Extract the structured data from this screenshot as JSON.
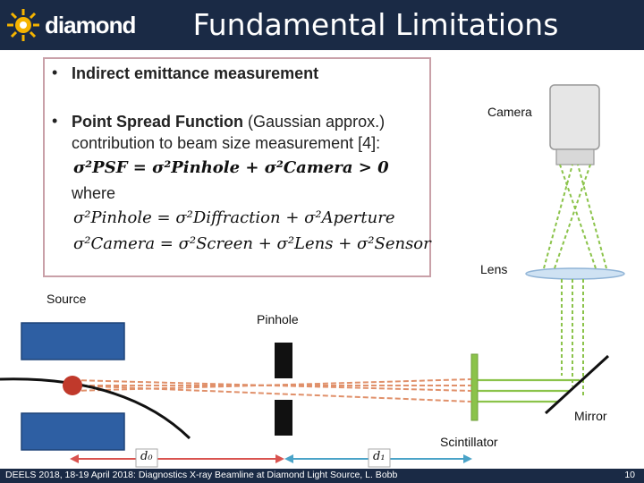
{
  "header": {
    "logo_text": "diamond",
    "title": "Fundamental Limitations"
  },
  "content": {
    "bullet1": "Indirect emittance measurement",
    "bullet2_bold": "Point Spread Function",
    "bullet2_rest": " (Gaussian approx.)",
    "bullet2_line2": "contribution to beam size measurement [4]:",
    "where": "where",
    "eq1": "σ²PSF = σ²Pinhole + σ²Camera > 0",
    "eq2": "σ²Pinhole = σ²Diffraction + σ²Aperture",
    "eq3": "σ²Camera = σ²Screen + σ²Lens + σ²Sensor"
  },
  "diagram": {
    "labels": {
      "camera": "Camera",
      "lens": "Lens",
      "source": "Source",
      "pinhole": "Pinhole",
      "mirror": "Mirror",
      "scintillator": "Scintillator",
      "d0": "d₀",
      "d1": "d₁"
    },
    "colors": {
      "magnet": "#2e5fa3",
      "electron": "#c0392b",
      "xray": "#e0906a",
      "light": "#8bc34a",
      "scintillator": "#8bc34a",
      "d0_arrow": "#d9534f",
      "d1_arrow": "#4aa3c8"
    }
  },
  "footer": {
    "text": "DEELS 2018, 18-19 April 2018: Diagnostics X-ray Beamline at Diamond Light Source, L. Bobb",
    "page": "10"
  }
}
